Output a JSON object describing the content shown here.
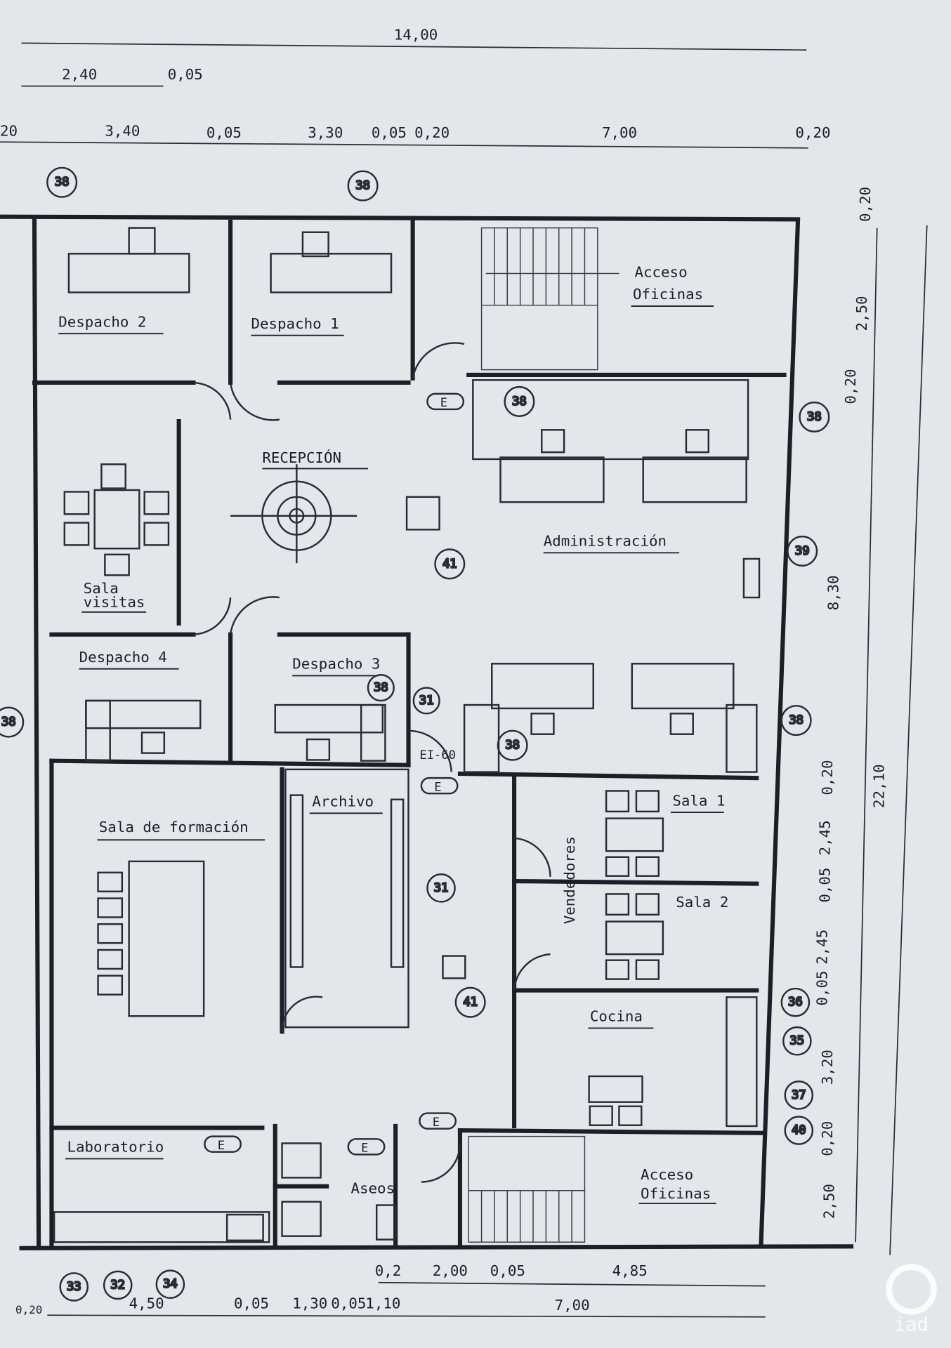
{
  "dimensions": {
    "top": [
      "14,00",
      "2,40",
      "0,05",
      "20",
      "3,40",
      "0,05",
      "3,30",
      "0,05",
      "0,20",
      "7,00",
      "0,20"
    ],
    "right": [
      "0,20",
      "2,50",
      "0,20",
      "8,30",
      "0,20",
      "2,45",
      "0,05",
      "2,45",
      "0,05",
      "3,20",
      "0,20",
      "2,50",
      "22,10"
    ],
    "bottom": [
      "0,2",
      "2,00",
      "0,05",
      "4,85",
      "0,20",
      "4,50",
      "0,05",
      "1,30",
      "0,05",
      "1,10",
      "7,00"
    ]
  },
  "rooms": {
    "despacho2": "Despacho 2",
    "despacho1": "Despacho 1",
    "acceso_top_1": "Acceso",
    "acceso_top_2": "Oficinas",
    "recepcion": "RECEPCIÓN",
    "administracion": "Administración",
    "sala_visitas_1": "Sala",
    "sala_visitas_2": "visitas",
    "despacho4": "Despacho 4",
    "despacho3": "Despacho 3",
    "sala_formacion": "Sala de formación",
    "archivo": "Archivo",
    "vendedores": "Vendedores",
    "sala1": "Sala 1",
    "sala2": "Sala 2",
    "cocina": "Cocina",
    "laboratorio": "Laboratorio",
    "aseos": "Aseos",
    "acceso_bottom_1": "Acceso",
    "acceso_bottom_2": "Oficinas",
    "fire_door": "EI-60"
  },
  "callouts": [
    "38",
    "38",
    "38",
    "38",
    "38",
    "38",
    "38",
    "38",
    "38",
    "39",
    "41",
    "41",
    "31",
    "31",
    "36",
    "35",
    "37",
    "40",
    "33",
    "32",
    "34"
  ],
  "symbols": {
    "extinguisher": "E"
  },
  "logo": "iad"
}
